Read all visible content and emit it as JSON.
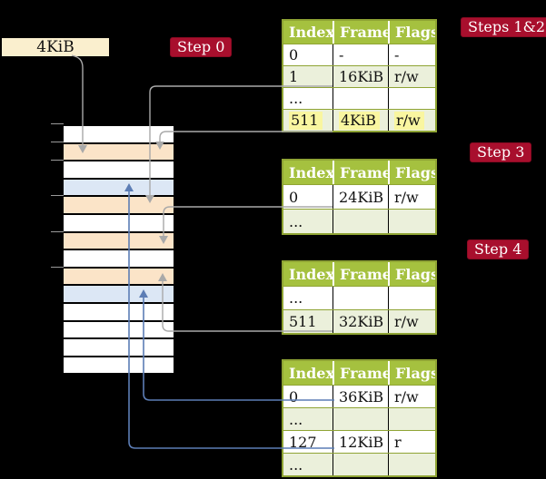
{
  "page_size_box": {
    "label": "4KiB"
  },
  "step_labels": {
    "step0": "Step 0",
    "steps12": "Steps 1&2",
    "step3": "Step 3",
    "step4": "Step 4"
  },
  "memory_column": {
    "frames": [
      "free",
      "page-table",
      "free",
      "mapped-page",
      "page-table",
      "free",
      "page-table",
      "free",
      "page-table",
      "mapped-page",
      "free",
      "free",
      "free",
      "free"
    ]
  },
  "tables": [
    {
      "id": "table-steps-1-2",
      "columns": [
        "Index",
        "Frame",
        "Flags"
      ],
      "rows": [
        {
          "cells": [
            "0",
            "-",
            "-"
          ],
          "shaded": false,
          "highlighted": false
        },
        {
          "cells": [
            "1",
            "16KiB",
            "r/w"
          ],
          "shaded": true,
          "highlighted": false
        },
        {
          "cells": [
            "...",
            "",
            ""
          ],
          "shaded": false,
          "highlighted": false
        },
        {
          "cells": [
            "511",
            "4KiB",
            "r/w"
          ],
          "shaded": true,
          "highlighted": true
        }
      ]
    },
    {
      "id": "table-step-3",
      "columns": [
        "Index",
        "Frame",
        "Flags"
      ],
      "rows": [
        {
          "cells": [
            "0",
            "24KiB",
            "r/w"
          ],
          "shaded": false,
          "highlighted": false
        },
        {
          "cells": [
            "...",
            "",
            ""
          ],
          "shaded": true,
          "highlighted": false
        }
      ]
    },
    {
      "id": "table-step-4",
      "columns": [
        "Index",
        "Frame",
        "Flags"
      ],
      "rows": [
        {
          "cells": [
            "...",
            "",
            ""
          ],
          "shaded": false,
          "highlighted": false
        },
        {
          "cells": [
            "511",
            "32KiB",
            "r/w"
          ],
          "shaded": true,
          "highlighted": false
        }
      ]
    },
    {
      "id": "table-final",
      "columns": [
        "Index",
        "Frame",
        "Flags"
      ],
      "rows": [
        {
          "cells": [
            "0",
            "36KiB",
            "r/w"
          ],
          "shaded": false,
          "highlighted": false
        },
        {
          "cells": [
            "...",
            "",
            ""
          ],
          "shaded": true,
          "highlighted": false
        },
        {
          "cells": [
            "127",
            "12KiB",
            "r"
          ],
          "shaded": false,
          "highlighted": false
        },
        {
          "cells": [
            "...",
            "",
            ""
          ],
          "shaded": true,
          "highlighted": false
        }
      ]
    }
  ],
  "colors": {
    "step_label_bg": "#A80F2D",
    "table_header_bg": "#A5C13F",
    "table_border": "#8FA434",
    "row_shade": "#EBF0DB",
    "highlight": "#F9F6A0",
    "page_size_box_bg": "#FAEFCE",
    "frame_page_table": "#FBE4C8",
    "frame_mapped_page": "#DCE7F5",
    "arrow_gray": "#A9A9A9",
    "arrow_blue": "#5C7DB5"
  }
}
